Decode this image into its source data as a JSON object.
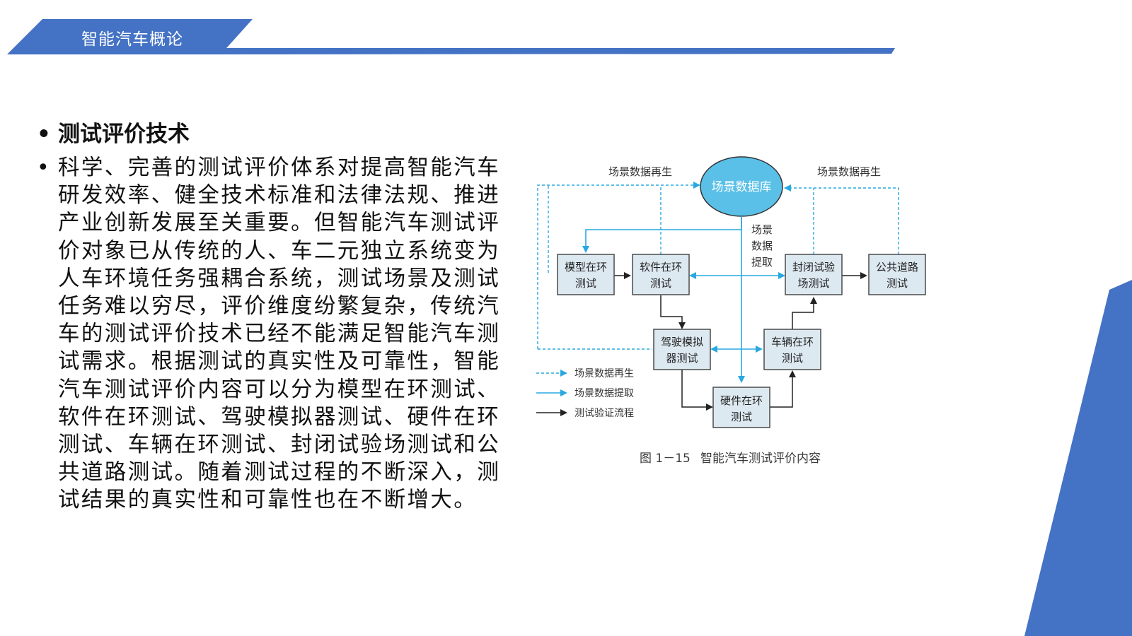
{
  "header": {
    "title": "智能汽车概论"
  },
  "bullets": [
    {
      "text": "测试评价技术"
    },
    {
      "text": "科学、完善的测试评价体系对提高智能汽车研发效率、健全技术标准和法律法规、推进产业创新发展至关重要。但智能汽车测试评价对象已从传统的人、车二元独立系统变为人车环境任务强耦合系统，测试场景及测试任务难以穷尽，评价维度纷繁复杂，传统汽车的测试评价技术已经不能满足智能汽车测试需求。根据测试的真实性及可靠性，智能汽车测试评价内容可以分为模型在环测试、软件在环测试、驾驶模拟器测试、硬件在环测试、车辆在环测试、封闭试验场测试和公共道路测试。随着测试过程的不断深入，测试结果的真实性和可靠性也在不断增大。"
    }
  ],
  "figure": {
    "database": "场景数据库",
    "regen_left": "场景数据再生",
    "regen_right": "场景数据再生",
    "extract": [
      "场景",
      "数据",
      "提取"
    ],
    "boxes": {
      "mil": [
        "模型在环",
        "测试"
      ],
      "sil": [
        "软件在环",
        "测试"
      ],
      "closed": [
        "封闭试验",
        "场测试"
      ],
      "road": [
        "公共道路",
        "测试"
      ],
      "sim": [
        "驾驶模拟",
        "器测试"
      ],
      "vil": [
        "车辆在环",
        "测试"
      ],
      "hil": [
        "硬件在环",
        "测试"
      ]
    },
    "legend": [
      "场景数据再生",
      "场景数据提取",
      "测试验证流程"
    ],
    "caption_num": "图 1－15",
    "caption_text": "智能汽车测试评价内容",
    "colors": {
      "blue": "#29a8e0",
      "ellipse": "#5bc0e8",
      "box": "#dde9f1",
      "header": "#4472c4"
    }
  }
}
